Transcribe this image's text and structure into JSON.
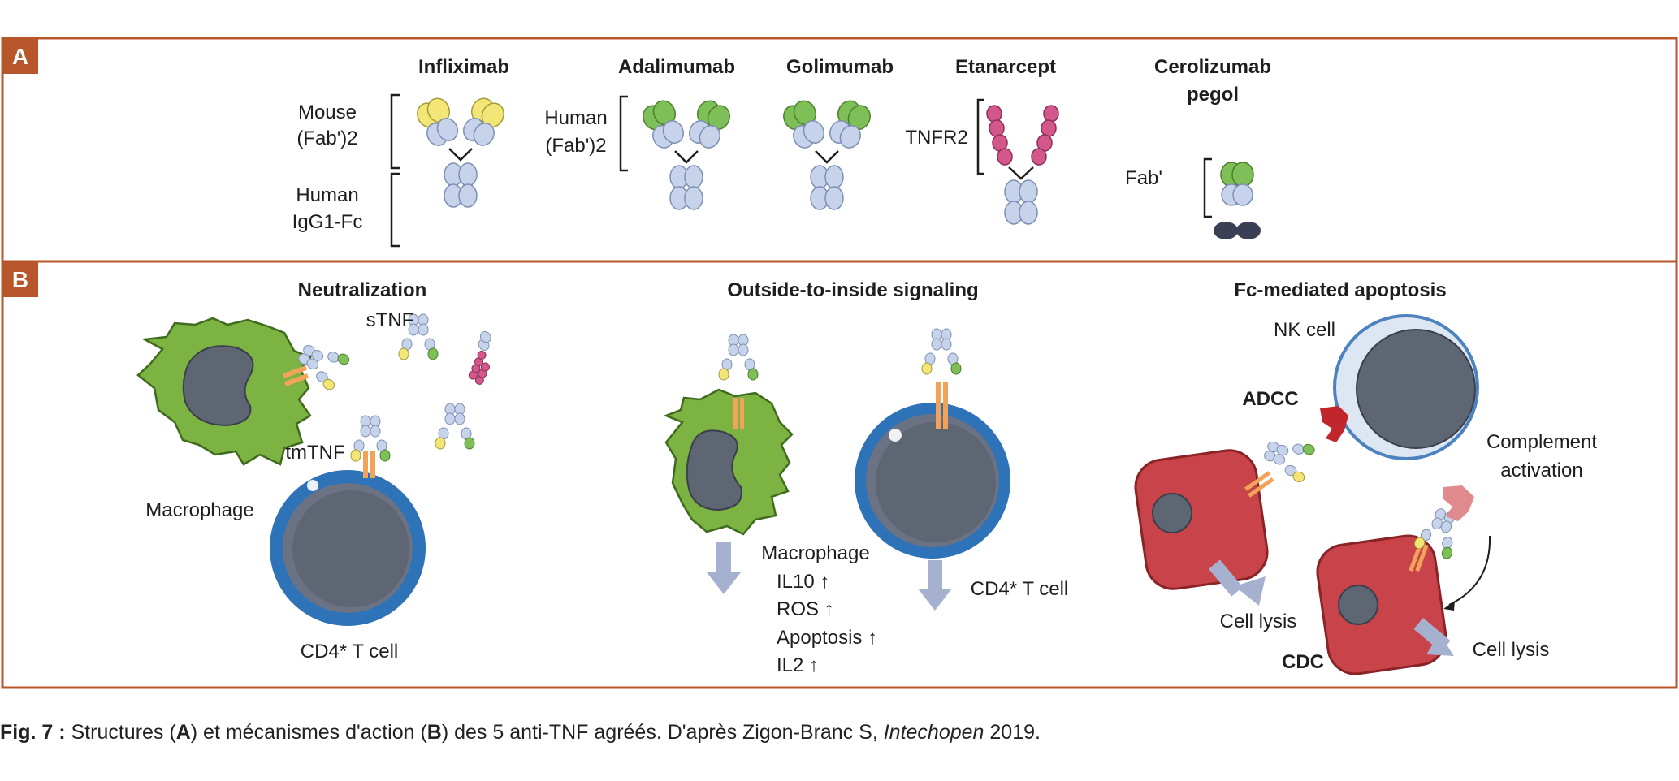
{
  "colors": {
    "frame": "#b8562b",
    "panel_label_bg": "#b8562b",
    "mouse_domain": "#f3e676",
    "human_variable": "#7fbf57",
    "constant_domain": "#c7d3ea",
    "tnfr2": "#d4578b",
    "peg": "#3a3f55",
    "macrophage": "#7cb342",
    "t_cell_ring": "#2e72b8",
    "nucleus": "#5e6573",
    "target_cell": "#c9434a",
    "arrow": "#a6b0cf"
  },
  "panel_a": {
    "label": "A",
    "drugs": {
      "infliximab": "Infliximab",
      "adalimumab": "Adalimumab",
      "golimumab": "Golimumab",
      "etanarcept": "Etanarcept",
      "cerolizumab_line1": "Cerolizumab",
      "cerolizumab_line2": "pegol"
    },
    "labels": {
      "mouse_l1": "Mouse",
      "mouse_l2": "(Fab')2",
      "human_fc_l1": "Human",
      "human_fc_l2": "IgG1-Fc",
      "human_fab_l1": "Human",
      "human_fab_l2": "(Fab')2",
      "tnfr2": "TNFR2",
      "fab": "Fab'"
    }
  },
  "panel_b": {
    "label": "B",
    "neutralization": {
      "title": "Neutralization",
      "stnf": "sTNF",
      "tmtnf": "tmTNF",
      "macrophage": "Macrophage",
      "t_cell": "CD4* T cell"
    },
    "signaling": {
      "title": "Outside-to-inside signaling",
      "macrophage": "Macrophage",
      "il10": "IL10 ↑",
      "ros": "ROS ↑",
      "apoptosis": "Apoptosis ↑",
      "il2": "IL2 ↑",
      "t_cell": "CD4* T cell"
    },
    "apoptosis": {
      "title": "Fc-mediated apoptosis",
      "nk_cell": "NK cell",
      "adcc": "ADCC",
      "complement_l1": "Complement",
      "complement_l2": "activation",
      "cell_lysis_1": "Cell lysis",
      "cell_lysis_2": "Cell lysis",
      "cdc": "CDC"
    }
  },
  "caption": {
    "fig": "Fig. 7 :",
    "t1": " Structures (",
    "a": "A",
    "t2": ") et mécanismes d'action (",
    "b": "B",
    "t3": ") des 5 anti-TNF agréés. D'après Zigon-Branc S, ",
    "journal": "Intechopen",
    "t4": " 2019."
  }
}
